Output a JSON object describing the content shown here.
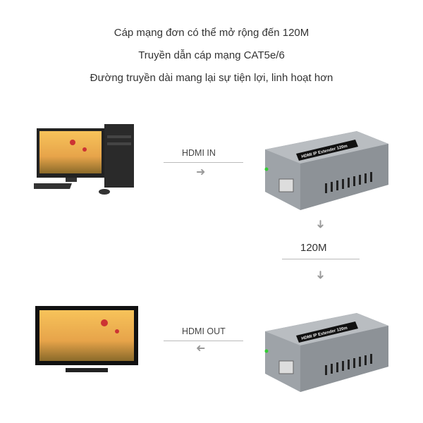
{
  "headline": {
    "line1": "Cáp mạng đơn có thể mở rộng đến 120M",
    "line2": "Truyền dẫn cáp mạng CAT5e/6",
    "line3": "Đường truyền dài mang lại sự tiện lợi, linh hoạt hơn"
  },
  "diagram": {
    "hdmi_in_label": "HDMI IN",
    "distance_label": "120M",
    "hdmi_out_label": "HDMI OUT",
    "device_label": "HDMI IP Extender 120m",
    "arrow_color": "#9a9a9a"
  }
}
